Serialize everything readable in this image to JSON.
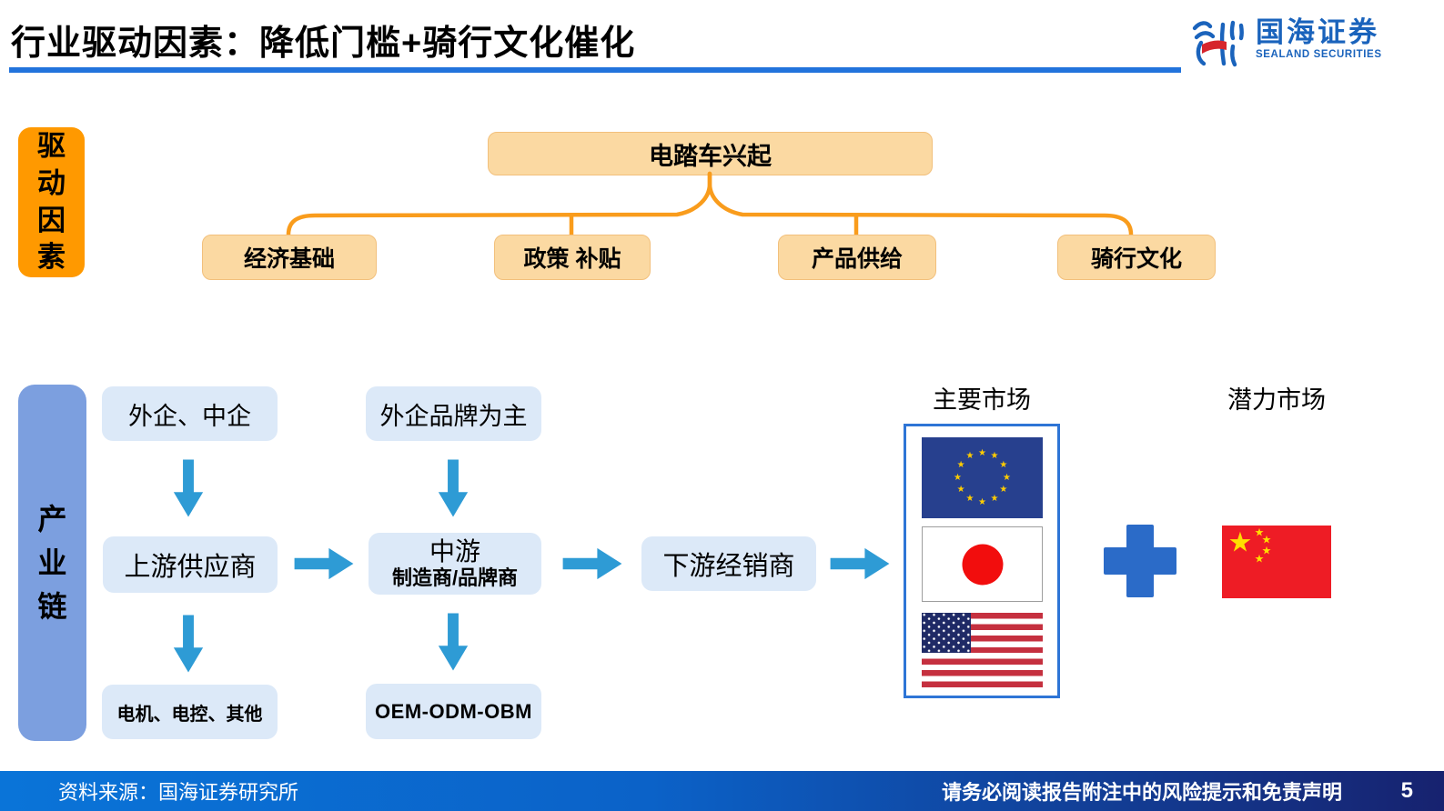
{
  "header": {
    "title": "行业驱动因素：降低门槛+骑行文化催化"
  },
  "logo": {
    "name_cn": "国海证券",
    "name_en": "SEALAND SECURITIES"
  },
  "drivers_section": {
    "side_label": "驱动因素",
    "root_box": "电踏车兴起",
    "factors": [
      "经济基础",
      "政策 补贴",
      "产品供给",
      "骑行文化"
    ]
  },
  "chain_section": {
    "side_label": "产业链",
    "upstream_source": "外企、中企",
    "midstream_source": "外企品牌为主",
    "upstream": "上游供应商",
    "midstream_line1": "中游",
    "midstream_line2": "制造商/品牌商",
    "downstream": "下游经销商",
    "upstream_detail": "电机、电控、其他",
    "midstream_detail": "OEM-ODM-OBM",
    "markets": {
      "main_label": "主要市场",
      "potential_label": "潜力市场",
      "main_flags": [
        "eu-flag",
        "japan-flag",
        "usa-flag"
      ],
      "potential_flag": "china-flag",
      "plus_sign": "+"
    }
  },
  "footer": {
    "source": "资料来源：国海证券研究所",
    "disclaimer": "请务必阅读报告附注中的风险提示和免责声明",
    "page_number": "5"
  },
  "colors": {
    "accent_orange": "#FF9900",
    "light_orange_fill": "#FBD9A2",
    "bracket_orange": "#F99C1C",
    "chain_pill_blue": "#7C9FDF",
    "light_blue_fill": "#DCE9F8",
    "arrow_blue": "#2E9BD5",
    "market_frame_blue": "#2E75D6",
    "plus_blue": "#2B6BC8",
    "title_rule_blue": "#2273DC",
    "logo_blue": "#1A63BC",
    "footer_gradient_start": "#0A74D8",
    "footer_gradient_end": "#17226F"
  }
}
